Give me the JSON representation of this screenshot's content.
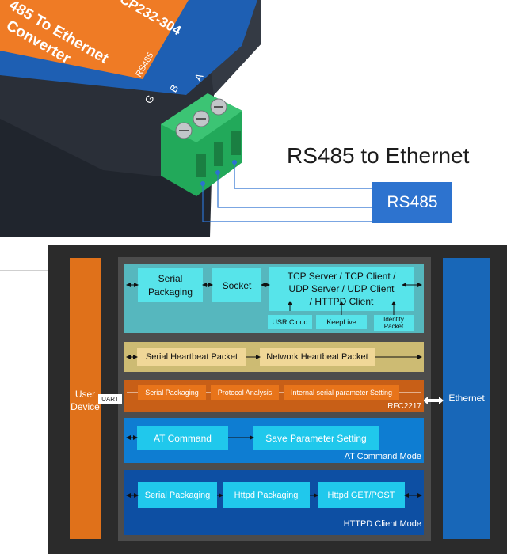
{
  "device": {
    "label_line1": "485 To Ethernet",
    "label_line2": "Converter",
    "model": "CP232-304",
    "terminal_a": "A",
    "terminal_b": "B",
    "terminal_g": "G",
    "rs485_mark": "RS485"
  },
  "heading": "RS485 to Ethernet",
  "rs485_box": "RS485",
  "diagram": {
    "user_device": "User Device",
    "uart": "UART",
    "ethernet": "Ethernet",
    "layer1": {
      "serial_packaging": "Serial Packaging",
      "socket": "Socket",
      "tcp_line1": "TCP Server / TCP Client /",
      "tcp_line2": "UDP Server / UDP Client",
      "tcp_line3": "/ HTTPD Client",
      "usr_cloud": "USR Cloud",
      "keeplive": "KeepLive",
      "identity_line1": "Identity",
      "identity_line2": "Packet"
    },
    "layer2": {
      "serial_heartbeat": "Serial Heartbeat Packet",
      "network_heartbeat": "Network Heartbeat Packet"
    },
    "layer3": {
      "serial_packaging": "Serial Packaging",
      "protocol_analysis": "Protocol Analysis",
      "internal_setting": "Internal serial parameter Setting",
      "mode": "RFC2217"
    },
    "layer4": {
      "at_command": "AT Command",
      "save_parameter": "Save Parameter Setting",
      "mode": "AT Command  Mode"
    },
    "layer5": {
      "serial_packaging": "Serial Packaging",
      "httpd_packaging": "Httpd Packaging",
      "httpd_getpost": "Httpd GET/POST",
      "mode": "HTTPD Client Mode"
    }
  }
}
